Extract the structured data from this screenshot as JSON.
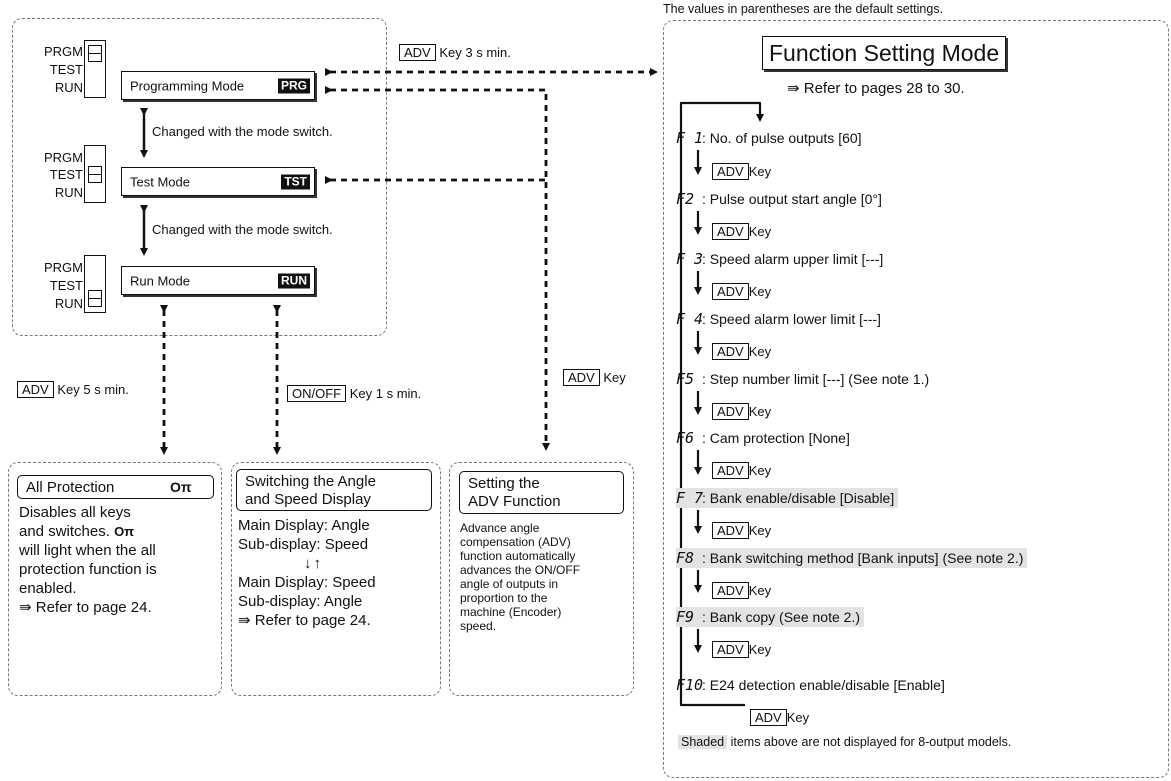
{
  "top_note": "The values in parentheses are the default settings.",
  "switch": {
    "prgm": "PRGM",
    "test": "TEST",
    "run": "RUN"
  },
  "modes": {
    "programming": {
      "name": "Programming Mode",
      "tag": "PRG"
    },
    "test": {
      "name": "Test Mode",
      "tag": "TST"
    },
    "run": {
      "name": "Run Mode",
      "tag": "RUN"
    }
  },
  "changed_label": "Changed with the mode switch.",
  "keys": {
    "adv": "ADV",
    "onoff": "ON/OFF",
    "key_word": "Key",
    "adv_3s_suffix": "Key 3 s min.",
    "adv_5s_suffix": "Key 5 s min.",
    "onoff_suffix": "Key 1 s min."
  },
  "all_protection": {
    "title": "All Protection",
    "icon": "Oπ",
    "line1": "Disables all keys",
    "line2": "and switches.",
    "line3": "will light when the all",
    "line4": "protection function is",
    "line5": "enabled.",
    "ref": "⇛ Refer to page 24."
  },
  "switching": {
    "title1": "Switching the Angle",
    "title2": "and Speed Display",
    "l1": "Main Display: Angle",
    "l2": "Sub-display: Speed",
    "arrows": "↓↑",
    "l3": "Main Display: Speed",
    "l4": "Sub-display: Angle",
    "ref": "⇛ Refer to page 24."
  },
  "adv_function": {
    "title1": "Setting the",
    "title2": "ADV Function",
    "lines": [
      "Advance angle",
      "compensation (ADV)",
      "function automatically",
      "advances the ON/OFF",
      "angle of outputs in",
      "proportion to the",
      "machine (Encoder)",
      "speed."
    ]
  },
  "function_mode": {
    "title": "Function Setting Mode",
    "ref": "⇛ Refer to pages 28 to 30.",
    "items": [
      {
        "code": "F 1",
        "text": ": No. of pulse outputs [60]"
      },
      {
        "code": "F2",
        "text": ": Pulse output start angle [0°]"
      },
      {
        "code": "F 3",
        "text": ": Speed alarm upper limit [---]"
      },
      {
        "code": "F 4",
        "text": ": Speed alarm lower limit [---]"
      },
      {
        "code": "F5",
        "text": ": Step number limit [---] (See note 1.)"
      },
      {
        "code": "F6",
        "text": ": Cam protection [None]"
      },
      {
        "code": "F 7",
        "text": ": Bank enable/disable [Disable]"
      },
      {
        "code": "F8",
        "text": ": Bank switching method [Bank inputs] (See note 2.)"
      },
      {
        "code": "F9",
        "text": ": Bank copy (See note 2.)"
      },
      {
        "code": "F10",
        "text": ": E24 detection enable/disable [Enable]"
      }
    ],
    "shaded_word": "Shaded",
    "shaded_note": "items above are not displayed for 8-output models."
  },
  "colors": {
    "shade": "#e3e3e3",
    "line": "#111111",
    "dash": "#777777"
  }
}
